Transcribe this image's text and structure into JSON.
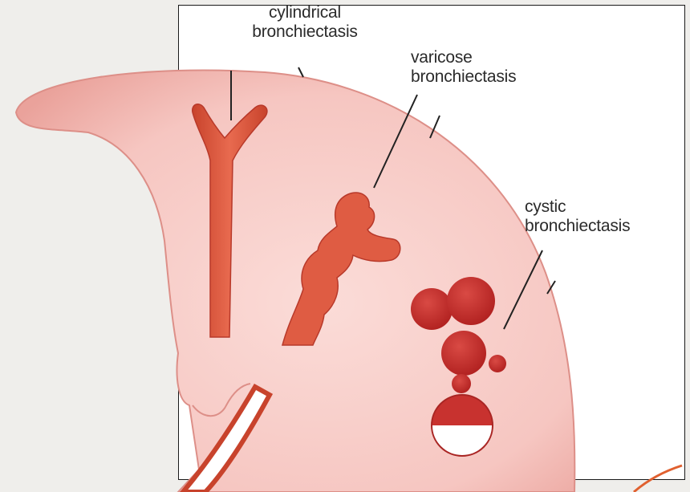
{
  "labels": {
    "cylindrical": "cylindrical\nbronchiectasis",
    "varicose": "varicose\nbronchiectasis",
    "cystic": "cystic\nbronchiectasis"
  },
  "colors": {
    "background": "#efeeeb",
    "lung_fill": "#f7c9c4",
    "lung_edge": "#e79a94",
    "airway": "#d8573f",
    "cyst": "#c8322f",
    "accent_arc": "#e0602f"
  }
}
